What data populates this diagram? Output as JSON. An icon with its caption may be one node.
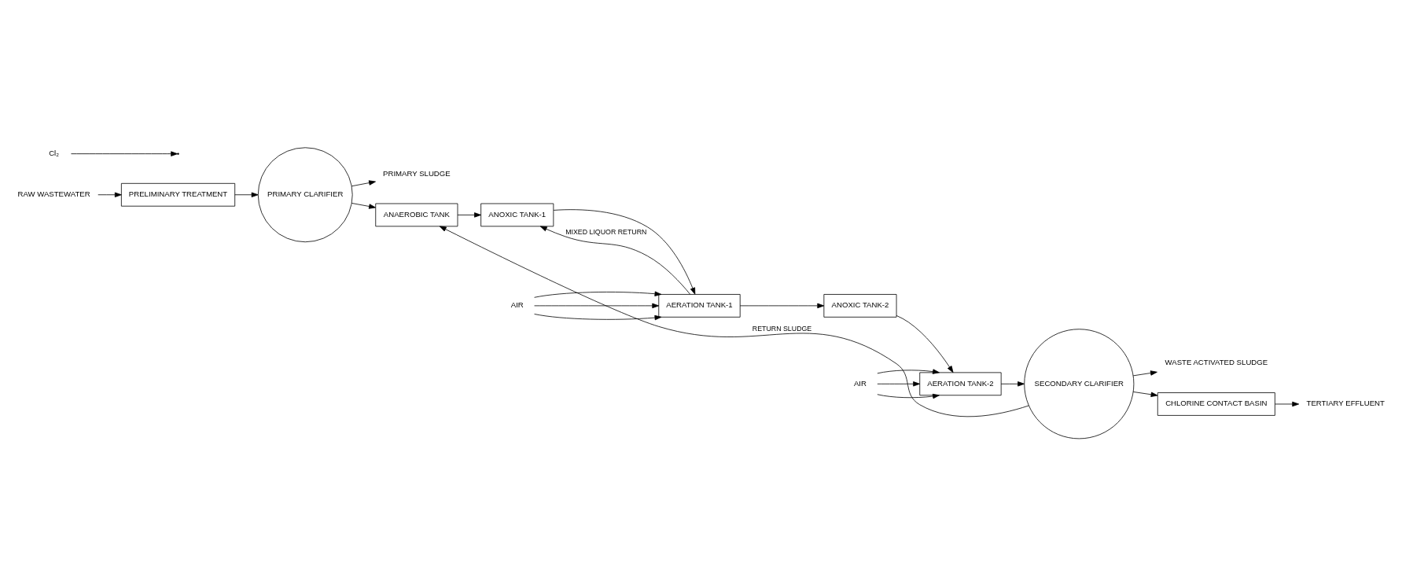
{
  "diagram": {
    "nodes": [
      {
        "text": [
          "RAW WASTEWATER"
        ]
      },
      {
        "text": [
          "PRELIMINARY TREATMENT"
        ]
      },
      {
        "text": [
          "PRIMARY CLARIFIER"
        ]
      },
      {
        "text": [
          "PRIMARY SLUDGE"
        ]
      },
      {
        "text": [
          "ANAEROBIC TANK"
        ]
      },
      {
        "text": [
          "ANOXIC TANK-1"
        ]
      },
      {
        "text": [
          "AERATION TANK-1"
        ]
      },
      {
        "text": [
          "AIR"
        ]
      },
      {
        "text": [
          "ANOXIC TANK-2"
        ]
      },
      {
        "text": [
          "AERATION TANK-2"
        ]
      },
      {
        "text": [
          "AIR"
        ]
      },
      {
        "text": [
          "SECONDARY CLARIFIER"
        ]
      },
      {
        "text": [
          "WASTE ACTIVATED SLUDGE"
        ]
      },
      {
        "text": [
          "CHLORINE CONTACT BASIN"
        ]
      },
      {
        "text": [
          "TERTIARY EFFLUENT"
        ]
      },
      {
        "text": [
          "Cl₂"
        ]
      }
    ],
    "edges": [
      {
        "from": 0,
        "to": 1,
        "arrow": "to"
      },
      {
        "from": 1,
        "to": 2,
        "arrow": "to"
      },
      {
        "from": 2,
        "to": 4,
        "arrow": "to"
      },
      {
        "from": 2,
        "to": 3,
        "arrow": "to"
      },
      {
        "from": 4,
        "to": 5,
        "arrow": "to"
      },
      {
        "from": 5,
        "to": 6,
        "arrow": "to"
      },
      {
        "from": 6,
        "to": 5,
        "label": "MIXED LIQUOR RETURN",
        "arrow": "to"
      },
      {
        "from": 7,
        "to": 6,
        "arrow": "to"
      },
      {
        "from": 7,
        "to": 6,
        "arrow": "to"
      },
      {
        "from": 7,
        "to": 6,
        "arrow": "to"
      },
      {
        "from": 6,
        "to": 8,
        "arrow": "to"
      },
      {
        "from": 8,
        "to": 9,
        "arrow": "to"
      },
      {
        "from": 10,
        "to": 9,
        "arrow": "to"
      },
      {
        "from": 10,
        "to": 9,
        "arrow": "to"
      },
      {
        "from": 10,
        "to": 9,
        "arrow": "to"
      },
      {
        "from": 9,
        "to": 11,
        "arrow": "to"
      },
      {
        "from": 11,
        "to": 4,
        "label": "RETURN SLUDGE",
        "arrow": "to"
      },
      {
        "from": 11,
        "to": 12,
        "arrow": "to"
      },
      {
        "from": 11,
        "to": 13,
        "arrow": "to"
      },
      {
        "from": 15,
        "to": null,
        "arrow": "to"
      },
      {
        "from": 13,
        "to": 14,
        "arrow": "to"
      }
    ]
  }
}
